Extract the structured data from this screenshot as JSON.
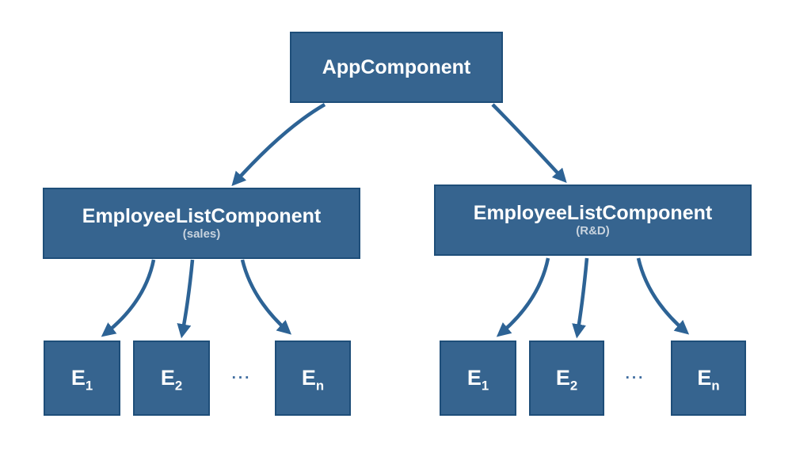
{
  "diagram": {
    "root": {
      "label": "AppComponent"
    },
    "branches": [
      {
        "title": "EmployeeListComponent",
        "subtitle": "(sales)",
        "children": [
          {
            "base": "E",
            "sub": "1"
          },
          {
            "base": "E",
            "sub": "2"
          },
          {
            "base": "E",
            "sub": "n"
          }
        ],
        "ellipsis": "..."
      },
      {
        "title": "EmployeeListComponent",
        "subtitle": "(R&D)",
        "children": [
          {
            "base": "E",
            "sub": "1"
          },
          {
            "base": "E",
            "sub": "2"
          },
          {
            "base": "E",
            "sub": "n"
          }
        ],
        "ellipsis": "..."
      }
    ],
    "colors": {
      "box_fill": "#36648F",
      "box_border": "#1E4E79",
      "arrow": "#2D6395",
      "box_text": "#FFFFFF",
      "subtitle_text": "#C8D3DE",
      "background": "#FFFFFF"
    }
  }
}
